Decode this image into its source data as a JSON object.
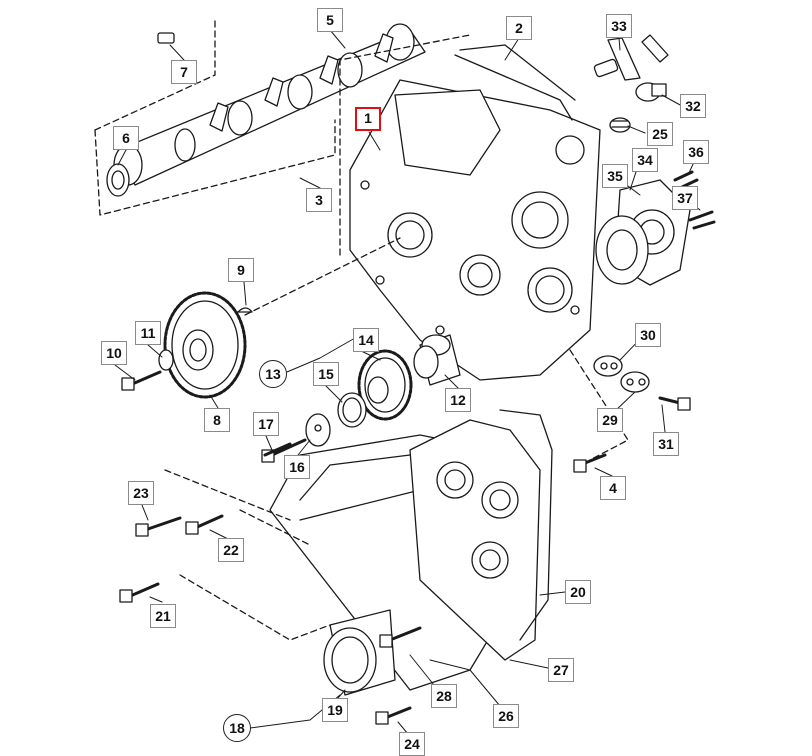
{
  "diagram": {
    "accent_color": "#e01010",
    "line_color": "#1a1a1a",
    "callouts": [
      {
        "key": "c1",
        "text": "1"
      },
      {
        "key": "c2",
        "text": "2"
      },
      {
        "key": "c3",
        "text": "3"
      },
      {
        "key": "c4",
        "text": "4"
      },
      {
        "key": "c5",
        "text": "5"
      },
      {
        "key": "c6",
        "text": "6"
      },
      {
        "key": "c7",
        "text": "7"
      },
      {
        "key": "c8",
        "text": "8"
      },
      {
        "key": "c9",
        "text": "9"
      },
      {
        "key": "c10",
        "text": "10"
      },
      {
        "key": "c11",
        "text": "11"
      },
      {
        "key": "c12",
        "text": "12"
      },
      {
        "key": "c13",
        "text": "13"
      },
      {
        "key": "c14",
        "text": "14"
      },
      {
        "key": "c15",
        "text": "15"
      },
      {
        "key": "c16",
        "text": "16"
      },
      {
        "key": "c17",
        "text": "17"
      },
      {
        "key": "c18",
        "text": "18"
      },
      {
        "key": "c19",
        "text": "19"
      },
      {
        "key": "c20",
        "text": "20"
      },
      {
        "key": "c21",
        "text": "21"
      },
      {
        "key": "c22",
        "text": "22"
      },
      {
        "key": "c23",
        "text": "23"
      },
      {
        "key": "c24",
        "text": "24"
      },
      {
        "key": "c25",
        "text": "25"
      },
      {
        "key": "c26",
        "text": "26"
      },
      {
        "key": "c27",
        "text": "27"
      },
      {
        "key": "c28",
        "text": "28"
      },
      {
        "key": "c29",
        "text": "29"
      },
      {
        "key": "c30",
        "text": "30"
      },
      {
        "key": "c31",
        "text": "31"
      },
      {
        "key": "c32",
        "text": "32"
      },
      {
        "key": "c33",
        "text": "33"
      },
      {
        "key": "c34",
        "text": "34"
      },
      {
        "key": "c35",
        "text": "35"
      },
      {
        "key": "c36",
        "text": "36"
      },
      {
        "key": "c37",
        "text": "37"
      }
    ]
  }
}
